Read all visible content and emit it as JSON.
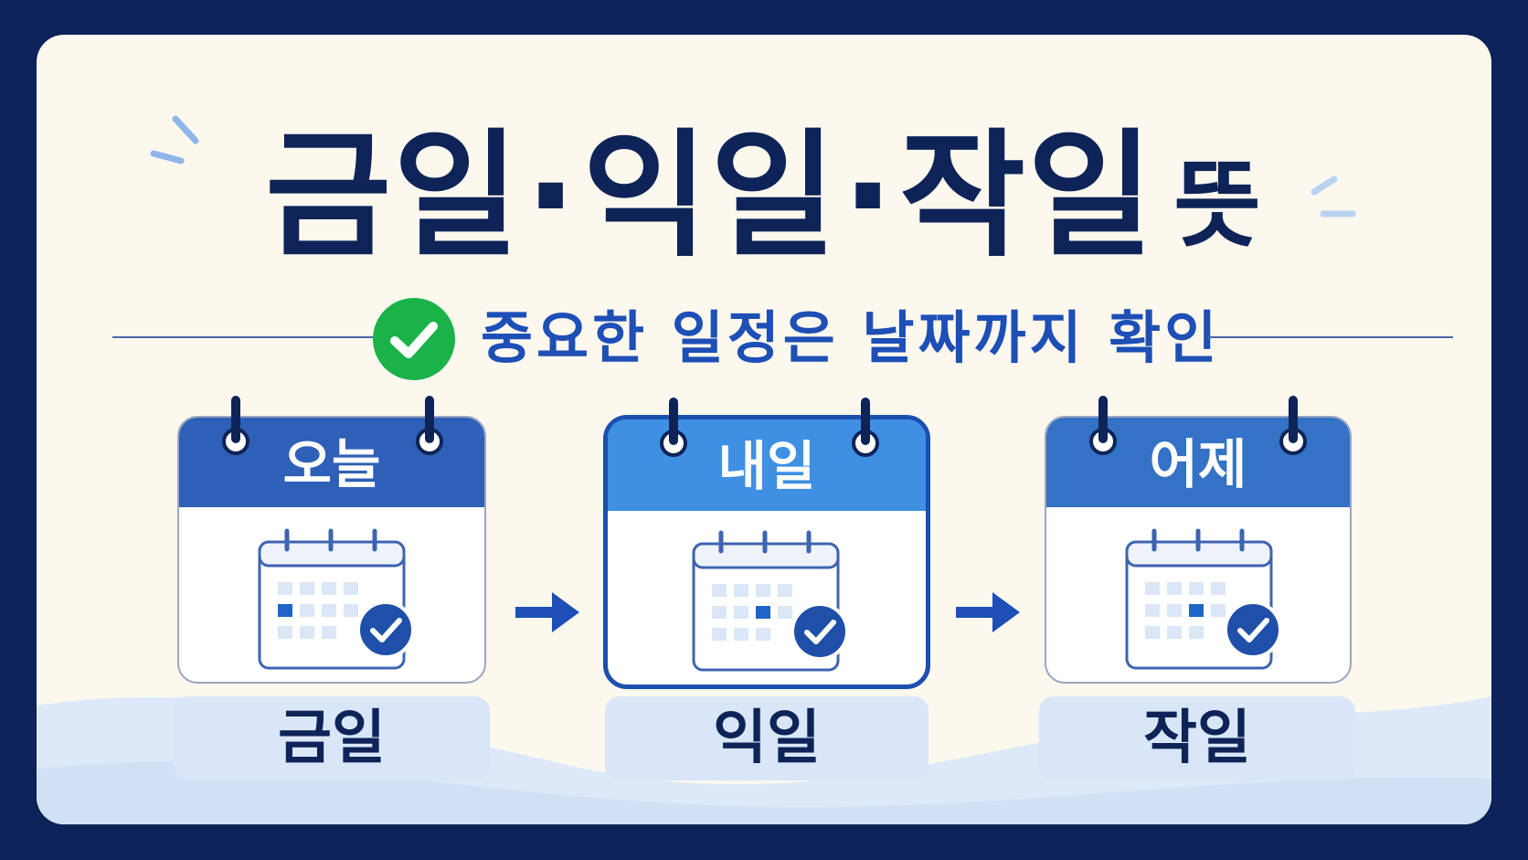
{
  "title": {
    "part1": "금일",
    "sep1": "·",
    "part2": "익일",
    "sep2": "·",
    "part3": "작일",
    "suffix": "뜻"
  },
  "subtitle": "중요한 일정은 날짜까지 확인",
  "cards": [
    {
      "head": "오늘",
      "term": "금일"
    },
    {
      "head": "내일",
      "term": "익일"
    },
    {
      "head": "어제",
      "term": "작일"
    }
  ],
  "colors": {
    "navy": "#0c2258",
    "background": "#fcf8ee",
    "accent_blue": "#1d4fb6",
    "check_green": "#1cb24a",
    "highlight_blue": "#3f8fe3",
    "pill_blue": "#d8e6f8"
  },
  "icons": [
    "check-icon",
    "calendar-icon",
    "arrow-right-icon",
    "sparkle-icon"
  ]
}
